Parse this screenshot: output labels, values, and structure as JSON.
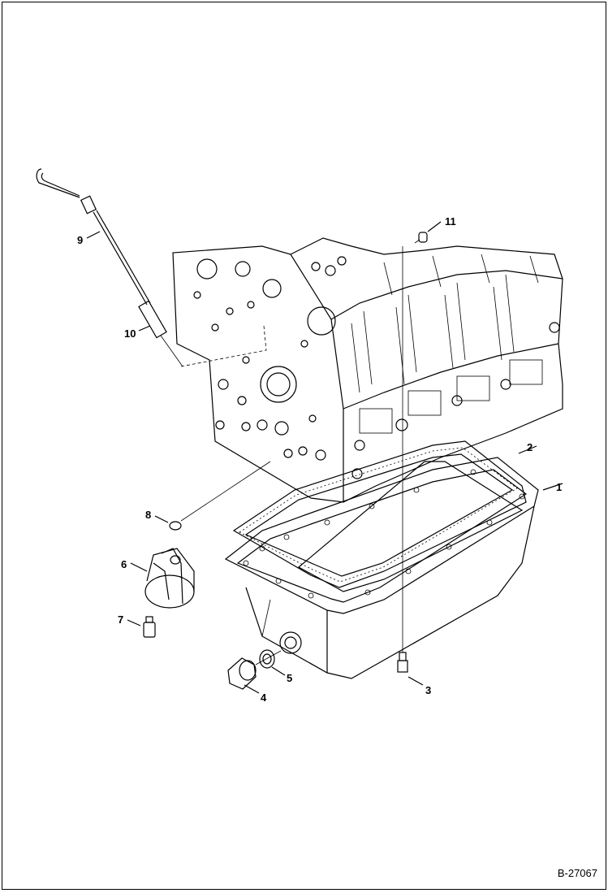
{
  "document_number": "B-27067",
  "callouts": [
    {
      "id": "1",
      "label": "1",
      "part": "oil-pan"
    },
    {
      "id": "2",
      "label": "2",
      "part": "oil-pan-gasket"
    },
    {
      "id": "3",
      "label": "3",
      "part": "pan-bolt"
    },
    {
      "id": "4",
      "label": "4",
      "part": "drain-plug"
    },
    {
      "id": "5",
      "label": "5",
      "part": "drain-plug-washer"
    },
    {
      "id": "6",
      "label": "6",
      "part": "oil-filler-adapter"
    },
    {
      "id": "7",
      "label": "7",
      "part": "adapter-bolt"
    },
    {
      "id": "8",
      "label": "8",
      "part": "o-ring"
    },
    {
      "id": "9",
      "label": "9",
      "part": "dipstick"
    },
    {
      "id": "10",
      "label": "10",
      "part": "dipstick-guide-tube"
    },
    {
      "id": "11",
      "label": "11",
      "part": "stud-plug"
    }
  ]
}
